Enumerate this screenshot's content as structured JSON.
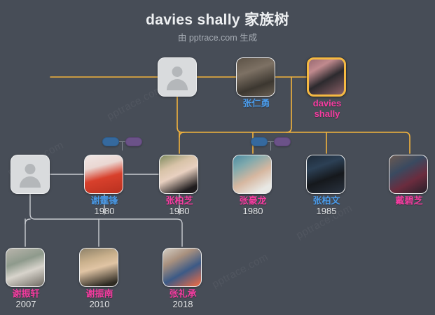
{
  "header": {
    "title": "davies shally 家族树",
    "subtitle": "由 pptrace.com 生成"
  },
  "watermark": {
    "text": "pptrace.com"
  },
  "colors": {
    "background": "#474d57",
    "male_name": "#4a9ae8",
    "female_name": "#f53ca0",
    "year": "#e8eaec",
    "focus_border": "#f5b942",
    "spouse_link": "#f2b33d",
    "child_link": "#c9ccd1",
    "badge_blue": "#35699e",
    "badge_purple": "#6b5288"
  },
  "people": [
    {
      "id": "unknown1",
      "name": "",
      "year": "",
      "gender": "unknown",
      "placeholder": true,
      "focus": false,
      "generation": 1
    },
    {
      "id": "zry",
      "name": "张仁勇",
      "year": "",
      "gender": "male",
      "placeholder": false,
      "focus": false,
      "generation": 1
    },
    {
      "id": "davies",
      "name": "davies shally",
      "name_line1": "davies",
      "name_line2": "shally",
      "year": "",
      "gender": "female",
      "placeholder": false,
      "focus": true,
      "generation": 1
    },
    {
      "id": "unknown2",
      "name": "",
      "year": "",
      "gender": "unknown",
      "placeholder": true,
      "focus": false,
      "generation": 2
    },
    {
      "id": "xtf",
      "name": "谢霆锋",
      "year": "1980",
      "gender": "male",
      "placeholder": false,
      "focus": false,
      "generation": 2
    },
    {
      "id": "zbz",
      "name": "张柏芝",
      "year": "1980",
      "gender": "female",
      "placeholder": false,
      "focus": false,
      "generation": 2
    },
    {
      "id": "zhl",
      "name": "张豪龙",
      "year": "1980",
      "gender": "female",
      "placeholder": false,
      "focus": false,
      "generation": 2
    },
    {
      "id": "zbw",
      "name": "张柏文",
      "year": "1985",
      "gender": "male",
      "placeholder": false,
      "focus": false,
      "generation": 2
    },
    {
      "id": "dbz",
      "name": "戴碧芝",
      "year": "",
      "gender": "female",
      "placeholder": false,
      "focus": false,
      "generation": 2
    },
    {
      "id": "xzx",
      "name": "谢振轩",
      "year": "2007",
      "gender": "female",
      "placeholder": false,
      "focus": false,
      "generation": 3
    },
    {
      "id": "xzn",
      "name": "谢振南",
      "year": "2010",
      "gender": "female",
      "placeholder": false,
      "focus": false,
      "generation": 3
    },
    {
      "id": "zlc",
      "name": "张礼承",
      "year": "2018",
      "gender": "female",
      "placeholder": false,
      "focus": false,
      "generation": 3
    }
  ],
  "badges": [
    {
      "id": "badge-pair-1",
      "left_label": "",
      "right_label": "",
      "left_color": "#35699e",
      "right_color": "#6b5288"
    },
    {
      "id": "badge-pair-2",
      "left_label": "",
      "right_label": "",
      "left_color": "#35699e",
      "right_color": "#6b5288"
    }
  ]
}
